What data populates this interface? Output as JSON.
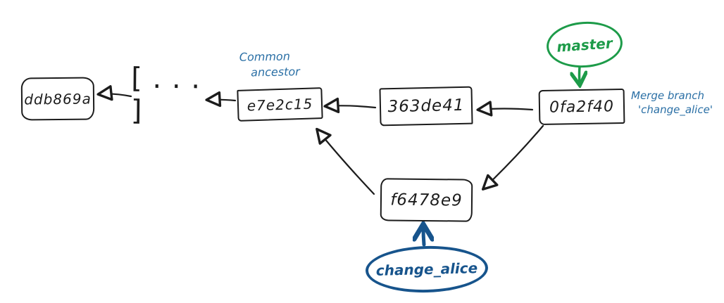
{
  "diagram": {
    "type": "git-commit-graph-sketch",
    "colors": {
      "ink": "#1c1c1c",
      "branch_master_green": "#1d9b49",
      "branch_alice_blue": "#17548c",
      "annotation_blue": "#2a6fa5",
      "background": "#ffffff"
    },
    "commits": {
      "ddb869a": "ddb869a",
      "ellipsis": "[ . . . ]",
      "e7e2c15": "e7e2c15",
      "363de41": "363de41",
      "0fa2f40": "0fa2f40",
      "f6478e9": "f6478e9"
    },
    "branches": {
      "master": "master",
      "change_alice": "change_alice"
    },
    "annotations": {
      "common_ancestor": {
        "line1": "Common",
        "line2": "ancestor"
      },
      "merge_branch": {
        "line1": "Merge branch",
        "line2": "'change_alice'"
      }
    }
  }
}
